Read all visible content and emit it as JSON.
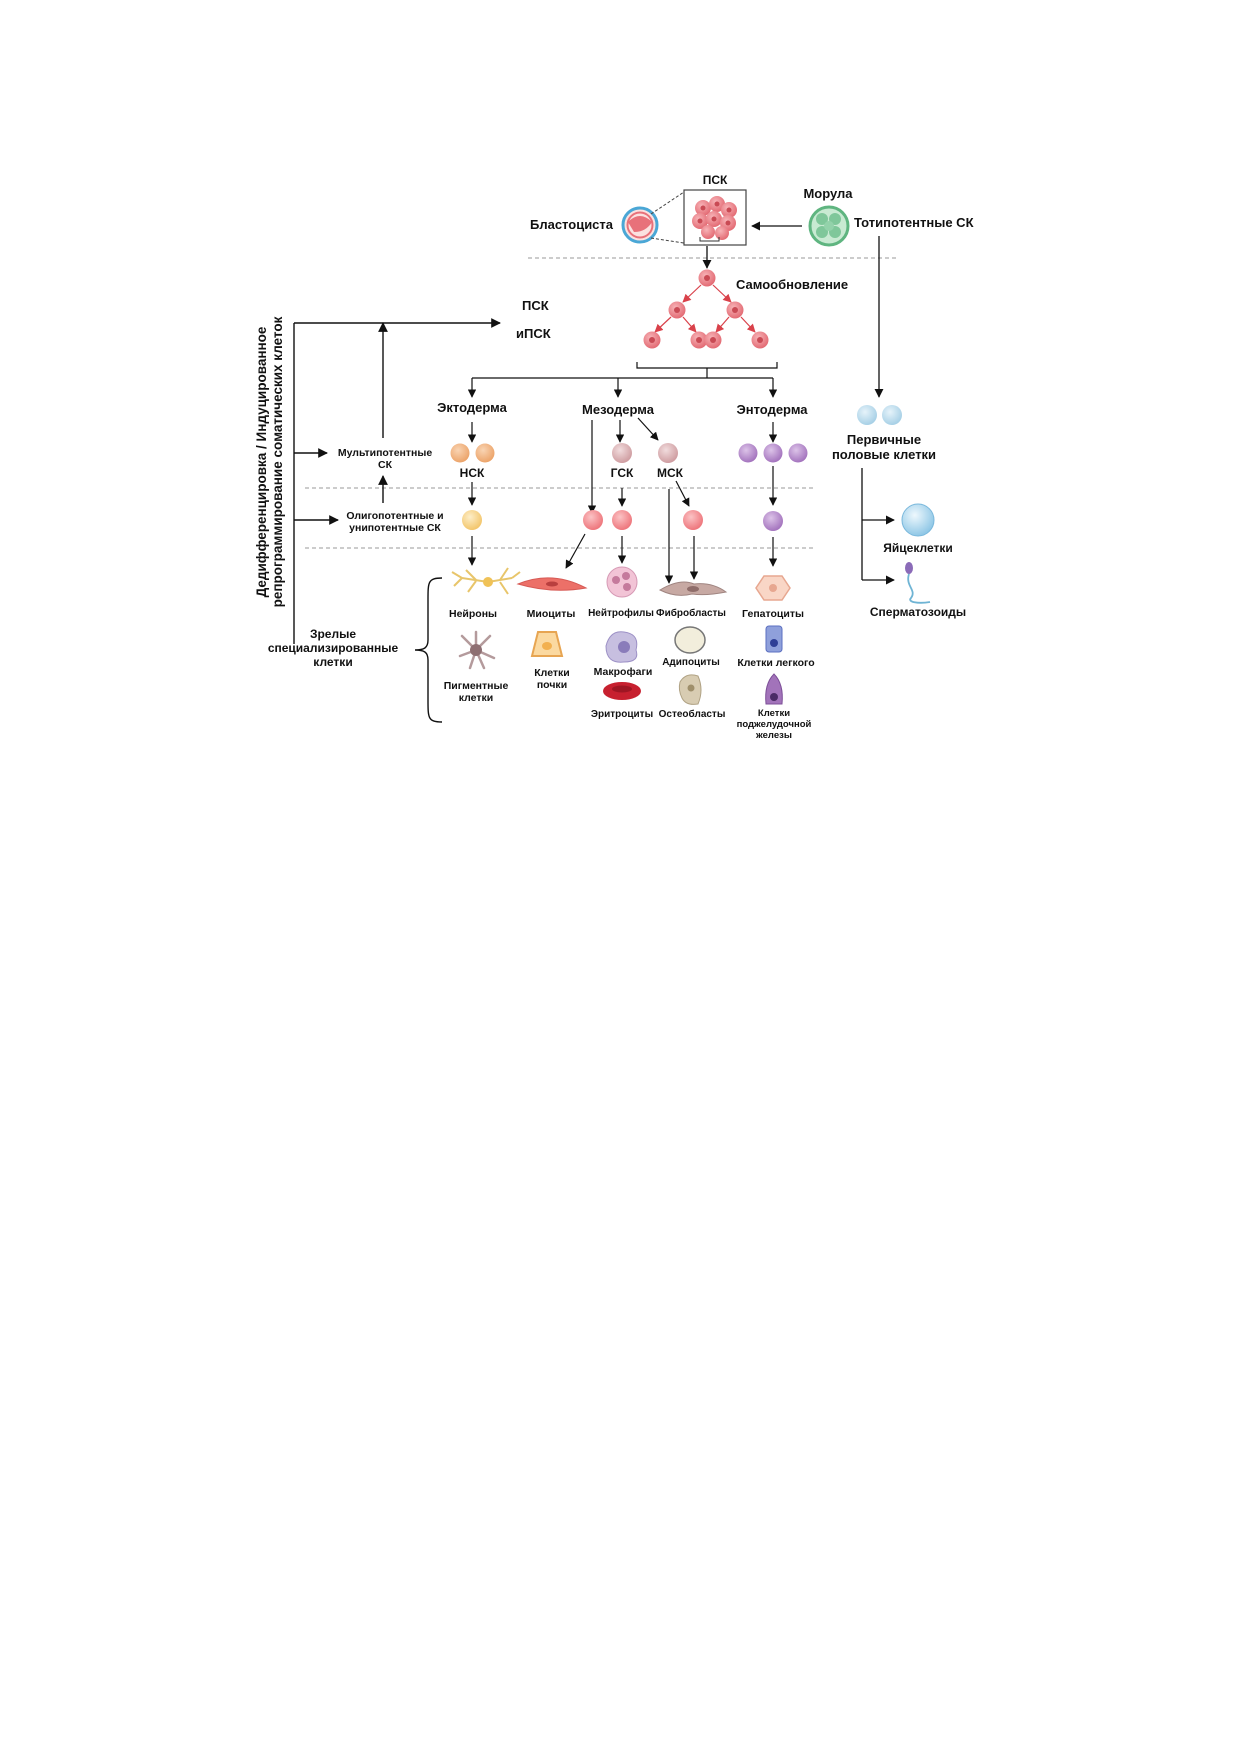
{
  "labels": {
    "psk_top": "ПСК",
    "blastocyst": "Бластоциста",
    "morula": "Морула",
    "totipotent": "Тотипотентные  СК",
    "self_renewal": "Самообновление",
    "psk": "ПСК",
    "ipsk": "иПСК",
    "side_line1": "Дедифференцировка / Индуцированное",
    "side_line2": "репрограммирование соматических клеток",
    "multipotent": "Мультипотентные\nСК",
    "oligopotent": "Олигопотентные и\nунипотентные СК",
    "ectoderm": "Эктодерма",
    "mesoderm": "Мезодерма",
    "endoderm": "Энтодерма",
    "nsk": "НСК",
    "gsk": "ГСК",
    "msk": "МСК",
    "primordial": "Первичные\nполовые клетки",
    "eggs": "Яйцеклетки",
    "sperm": "Сперматозоиды",
    "mature": "Зрелые\nспециализированные\nклетки",
    "neurons": "Нейроны",
    "pigment": "Пигментные\nклетки",
    "myocytes": "Миоциты",
    "kidney": "Клетки\nпочки",
    "neutrophils": "Нейтрофилы",
    "macrophages": "Макрофаги",
    "erythrocytes": "Эритроциты",
    "fibroblasts": "Фибробласты",
    "adipocytes": "Адипоциты",
    "osteoblasts": "Остеобласты",
    "hepatocytes": "Гепатоциты",
    "lung": "Клетки легкого",
    "pancreas": "Клетки\nподжелудочной\nжелезы"
  },
  "colors": {
    "psc": "#e8717a",
    "ecto": "#f0b27a",
    "hsc": "#dcb3b6",
    "meso_oligo": "#f28c90",
    "endo": "#b48ac8",
    "germ": "#bcdcec",
    "neural_oligo": "#f8d28a",
    "morula": "#7fc79a"
  }
}
